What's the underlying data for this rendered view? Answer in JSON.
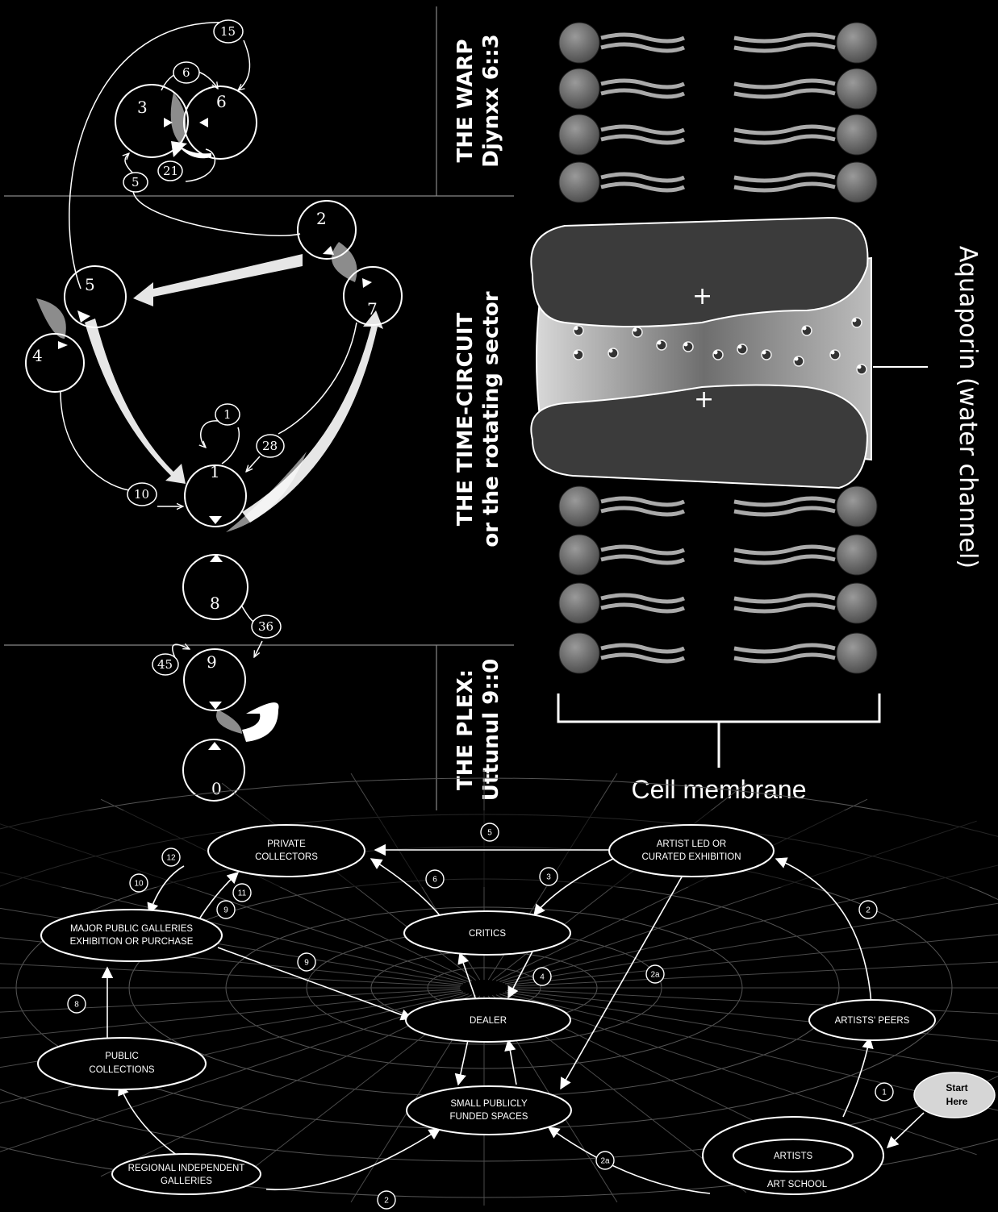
{
  "warp": {
    "title": "THE WARP",
    "subtitle": "Djynxx 6::3",
    "nodes": [
      "3",
      "6"
    ],
    "links": [
      "15",
      "6",
      "5",
      "21"
    ]
  },
  "time_circuit": {
    "title": "THE TIME-CIRCUIT",
    "subtitle": "or the rotating sector",
    "nodes": [
      "2",
      "5",
      "7",
      "4",
      "1",
      "8"
    ],
    "links": [
      "1",
      "28",
      "10",
      "36"
    ]
  },
  "plex": {
    "title": "THE PLEX:",
    "subtitle": "Uttunul 9::0",
    "nodes": [
      "9",
      "0"
    ],
    "links": [
      "45"
    ]
  },
  "membrane": {
    "channel_label": "Aquaporin (water channel)",
    "membrane_label": "Cell membrane",
    "charge": "+"
  },
  "art_world": {
    "nodes": {
      "private_collectors": [
        "PRIVATE",
        "COLLECTORS"
      ],
      "artist_led": [
        "ARTIST LED OR",
        "CURATED EXHIBITION"
      ],
      "major_public": [
        "MAJOR PUBLIC GALLERIES",
        "EXHIBITION OR PURCHASE"
      ],
      "critics": "CRITICS",
      "dealer": "DEALER",
      "artists_peers": "ARTISTS' PEERS",
      "public_collections": [
        "PUBLIC",
        "COLLECTIONS"
      ],
      "small_spaces": [
        "SMALL PUBLICLY",
        "FUNDED SPACES"
      ],
      "regional": [
        "REGIONAL INDEPENDENT",
        "GALLERIES"
      ],
      "artists": "ARTISTS",
      "art_school": "ART SCHOOL",
      "start": [
        "Start",
        "Here"
      ]
    },
    "numbers": [
      "5",
      "12",
      "10",
      "11",
      "9",
      "6",
      "3",
      "2",
      "9",
      "4",
      "2a",
      "8",
      "1",
      "2a",
      "2"
    ]
  }
}
